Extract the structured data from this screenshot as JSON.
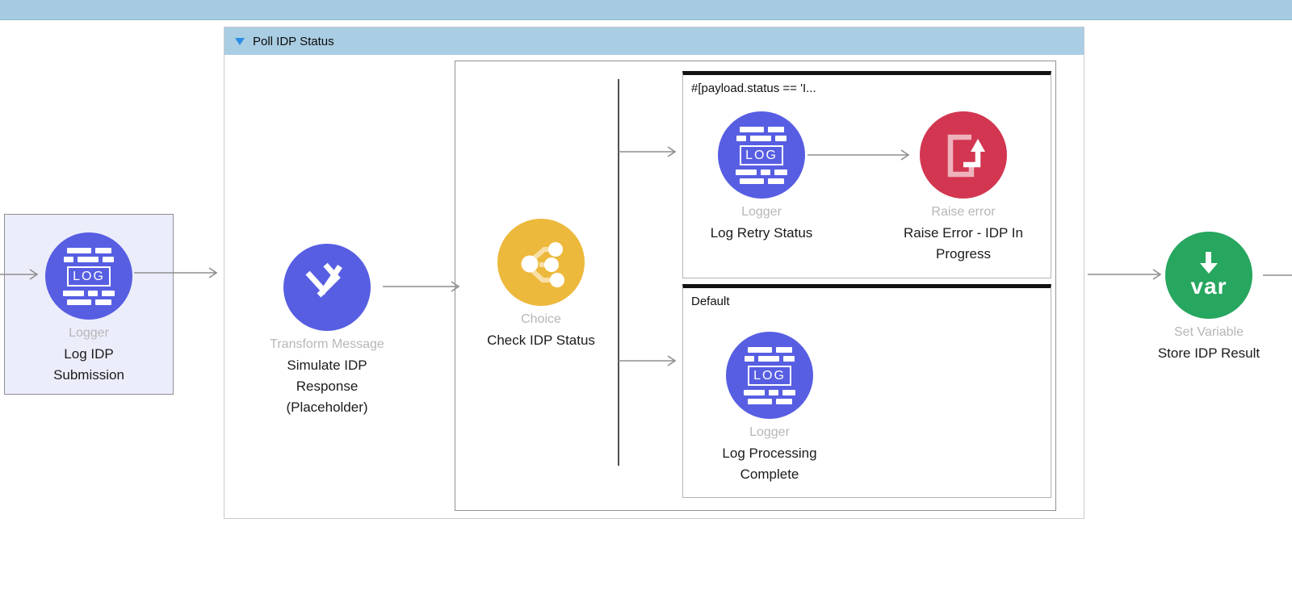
{
  "scope": {
    "title": "Poll IDP Status"
  },
  "choice_router": {
    "when_condition": "#[payload.status == 'I...",
    "default_label": "Default"
  },
  "nodes": {
    "log_idp_submission": {
      "type": "Logger",
      "name": "Log IDP Submission"
    },
    "simulate_idp_response": {
      "type": "Transform Message",
      "name": "Simulate IDP Response (Placeholder)"
    },
    "check_idp_status": {
      "type": "Choice",
      "name": "Check IDP Status"
    },
    "log_retry_status": {
      "type": "Logger",
      "name": "Log Retry Status"
    },
    "raise_error_idp_in_progress": {
      "type": "Raise error",
      "name": "Raise Error - IDP In Progress"
    },
    "log_processing_complete": {
      "type": "Logger",
      "name": "Log Processing Complete"
    },
    "store_idp_result": {
      "type": "Set Variable",
      "name": "Store IDP Result"
    }
  },
  "icons": {
    "logger_badge_text": "LOG",
    "set_variable_badge_text": "var",
    "collapse_indicator": "triangle-down",
    "choice_glyph": "branch-dots",
    "transform_glyph": "dataweave-chevrons",
    "raise_error_glyph": "exit-arrow-square",
    "set_variable_glyph": "down-arrow"
  },
  "colors": {
    "topbar_blue": "#a6cae0",
    "scope_header_blue": "#a9cde3",
    "node_indigo": "#575ee2",
    "choice_amber": "#edb93c",
    "raise_error_red": "#d23650",
    "set_variable_green": "#26a65e",
    "selected_node_fill": "#ecedfb",
    "arrow_gray": "#8e8e8e"
  }
}
